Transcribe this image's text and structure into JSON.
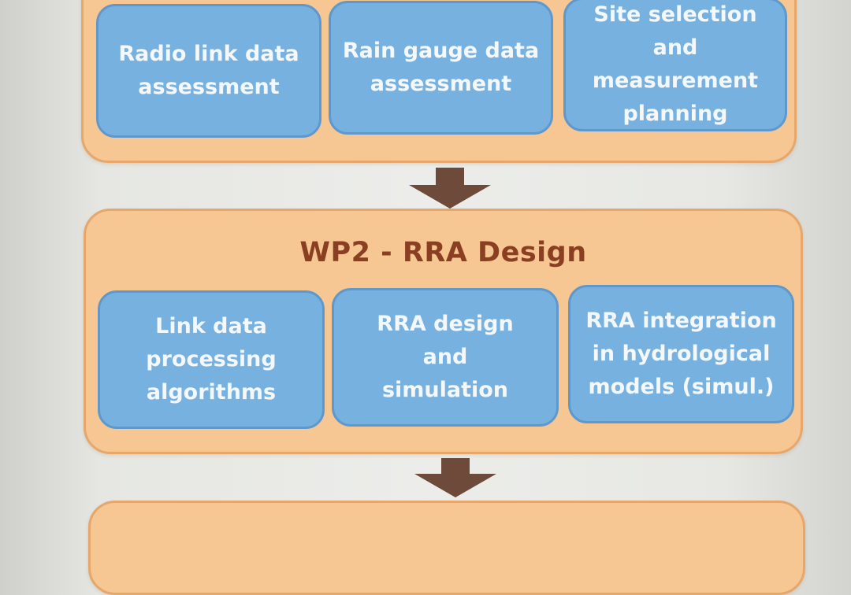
{
  "wp1": {
    "title": "",
    "tasks": [
      {
        "label": "Radio link data\nassessment"
      },
      {
        "label": "Rain gauge data\nassessment"
      },
      {
        "label": "Site selection\nand\nmeasurement\nplanning"
      }
    ]
  },
  "wp2": {
    "title": "WP2 - RRA Design",
    "tasks": [
      {
        "label": "Link data\nprocessing\nalgorithms"
      },
      {
        "label": "RRA design\nand\nsimulation"
      },
      {
        "label": "RRA integration\nin hydrological\nmodels (simul.)"
      }
    ]
  },
  "wp3": {
    "title": ""
  },
  "colors": {
    "panel_fill": "#f6c792",
    "panel_border": "#e7a66a",
    "task_fill": "#77b1df",
    "task_border": "#5f98cc",
    "title_text": "#8a3f22",
    "arrow": "#6e4a3a"
  }
}
